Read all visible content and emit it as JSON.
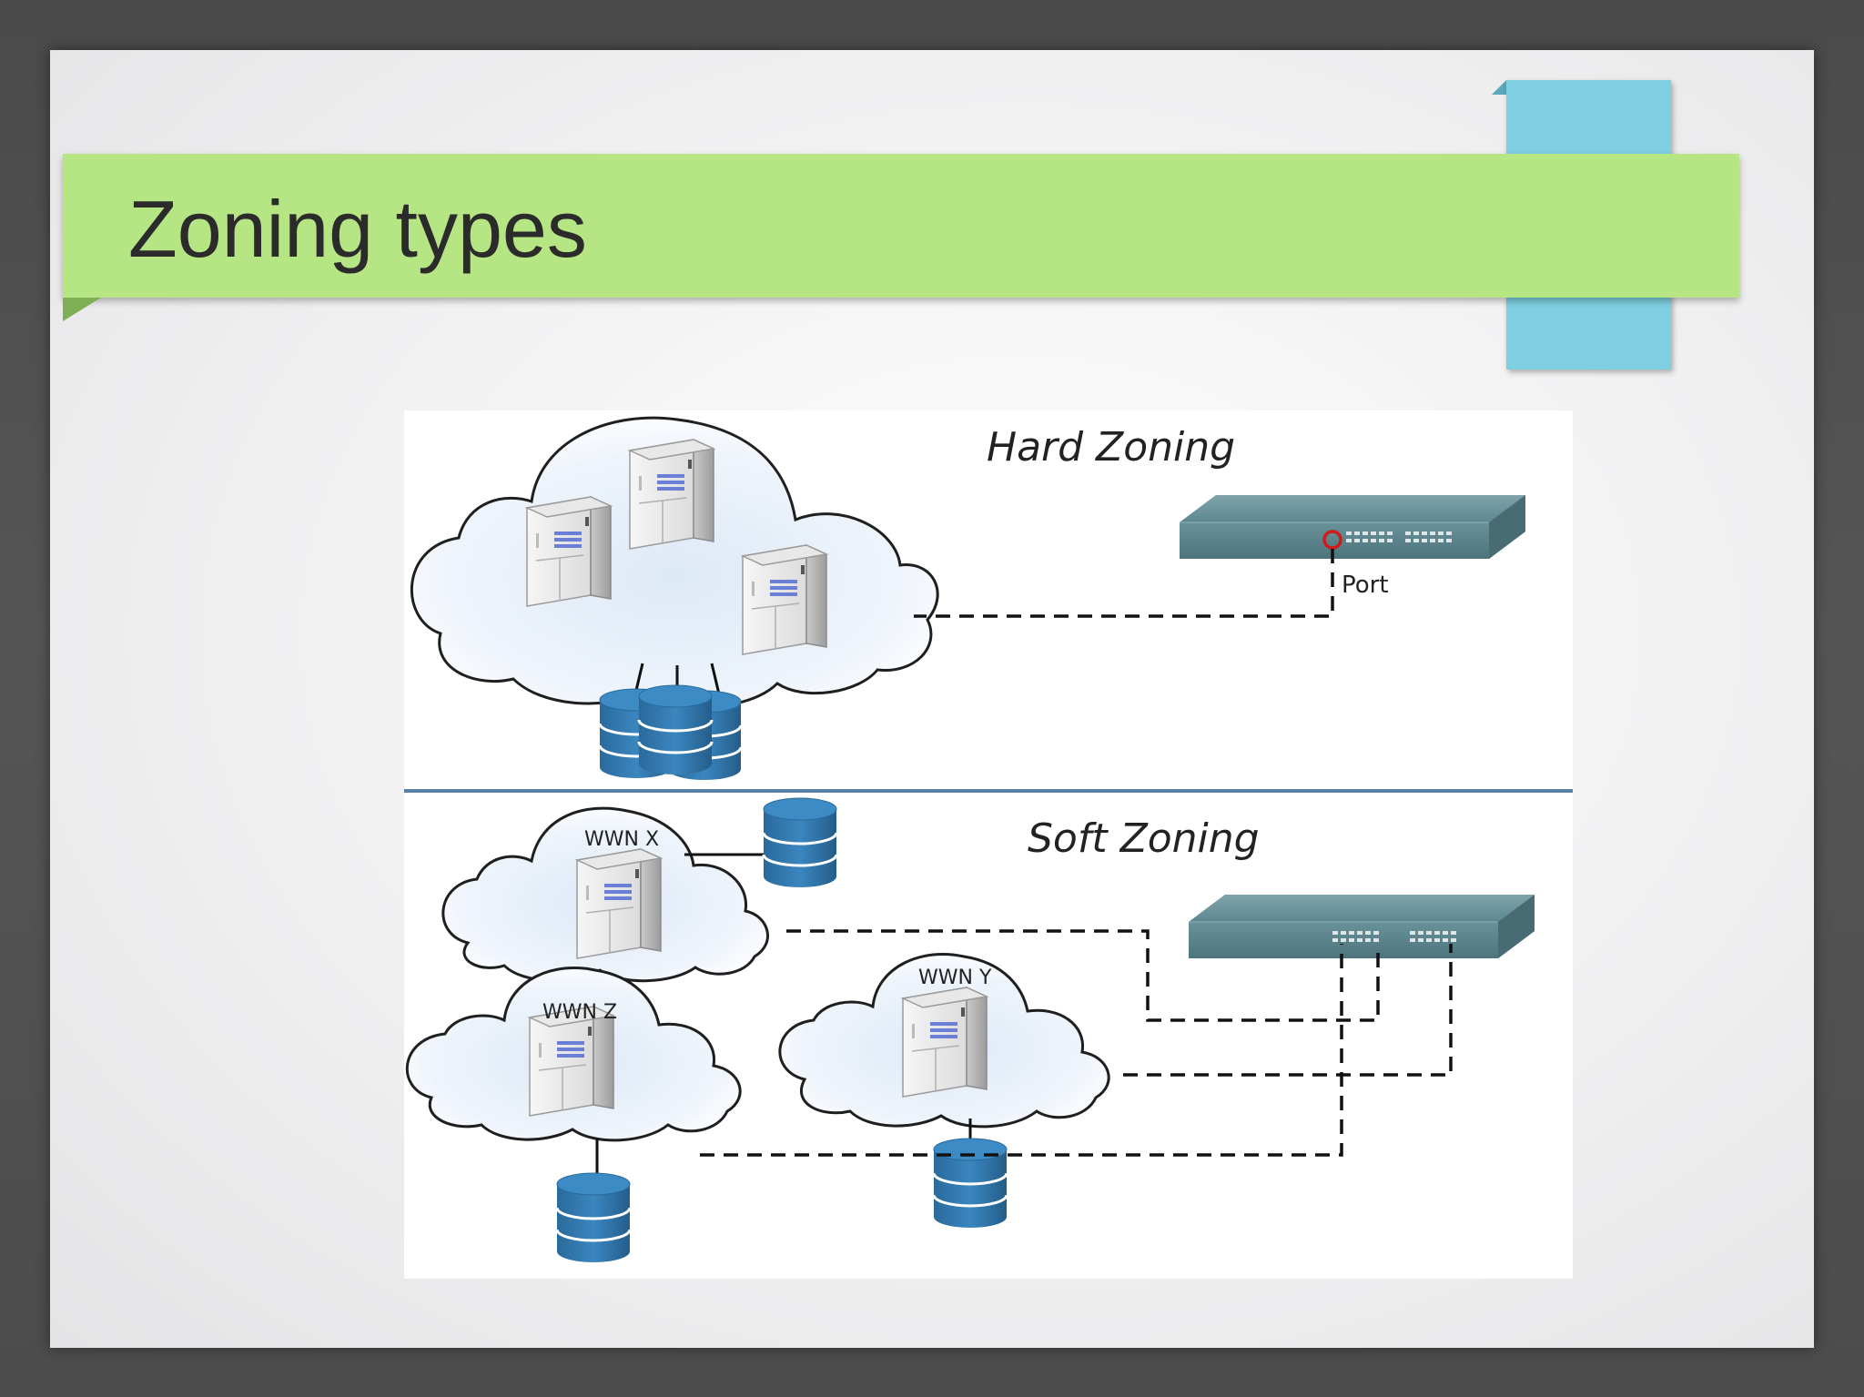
{
  "slide": {
    "title": "Zoning types"
  },
  "diagram": {
    "hard_zoning": {
      "heading": "Hard Zoning",
      "port_label": "Port"
    },
    "soft_zoning": {
      "heading": "Soft Zoning",
      "wwn_x": "WWN X",
      "wwn_y": "WWN Y",
      "wwn_z": "WWN Z"
    }
  },
  "colors": {
    "title_banner": "#b5e683",
    "accent_tab": "#7ecfe0",
    "storage": "#2f75a9",
    "switch": "#5e8790",
    "divider": "#5a7fa8",
    "port_marker": "#d11a1a"
  }
}
